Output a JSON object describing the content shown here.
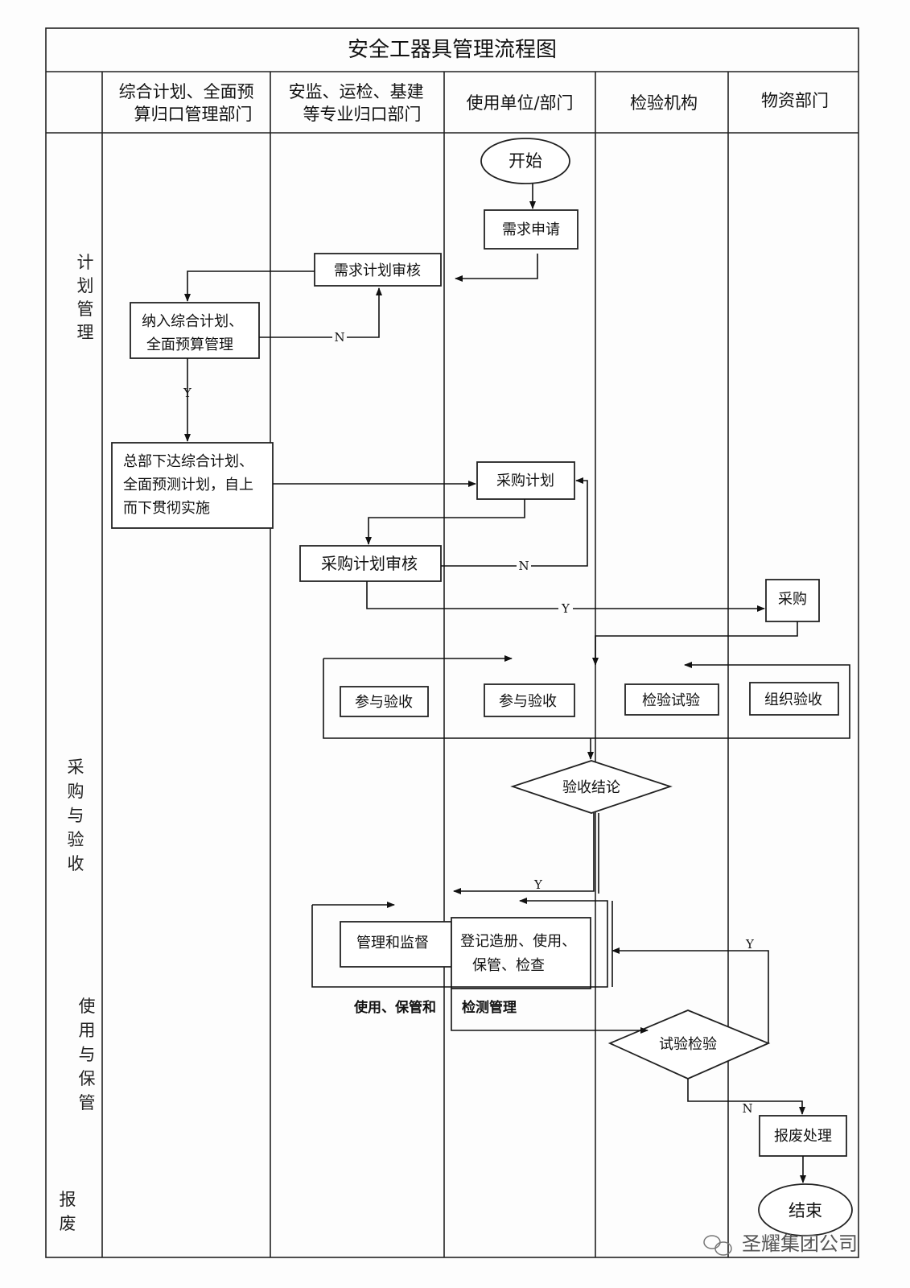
{
  "title": "安全工器具管理流程图",
  "columns": [
    [
      "综合计划、全面预",
      "算归口管理部门"
    ],
    [
      "安监、运检、基建",
      "等专业归口部门"
    ],
    [
      "使用单位/部门"
    ],
    [
      "检验机构"
    ],
    [
      "物资部门"
    ]
  ],
  "phases": {
    "plan": "计划管理",
    "purchase": "采购与验收",
    "use": "使用与保管",
    "scrap": "报废"
  },
  "nodes": {
    "start": "开始",
    "demand_apply": "需求申请",
    "demand_review": "需求计划审核",
    "include_plan": [
      "纳入综合计划、",
      "全面预算管理"
    ],
    "hq_issue": [
      "总部下达综合计划、",
      "全面预测计划，自上",
      "而下贯彻实施"
    ],
    "purchase_plan": "采购计划",
    "purchase_review": "采购计划审核",
    "purchase": "采购",
    "accept_a": "参与验收",
    "accept_b": "参与验收",
    "inspect_test": "检验试验",
    "organize_accept": "组织验收",
    "accept_result": "验收结论",
    "manage_supervise": "管理和监督",
    "register_use": [
      "登记造册、使用、",
      "保管、检查"
    ],
    "test_inspect": "试验检验",
    "scrap_handle": "报废处理",
    "end": "结束"
  },
  "edge_labels": {
    "n": "N",
    "y": "Y"
  },
  "notes": {
    "use_storage": "使用、保管和",
    "detect_manage": "检测管理"
  },
  "watermark": "圣耀集团公司"
}
